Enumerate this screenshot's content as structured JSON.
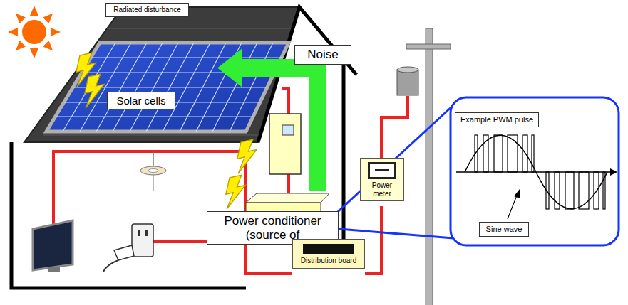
{
  "diagram": {
    "nodes": [
      {
        "text": [
          "Radiated disturbance"
        ]
      },
      {
        "text": [
          "Noise"
        ]
      },
      {
        "text": [
          "Solar cells"
        ]
      },
      {
        "text": [
          "Example PWM pulse"
        ]
      },
      {
        "text": [
          "Power meter"
        ]
      },
      {
        "text": [
          "Power conditioner (source of"
        ]
      },
      {
        "text": [
          "Sine wave"
        ]
      },
      {
        "text": [
          "Distribution board"
        ]
      }
    ]
  }
}
